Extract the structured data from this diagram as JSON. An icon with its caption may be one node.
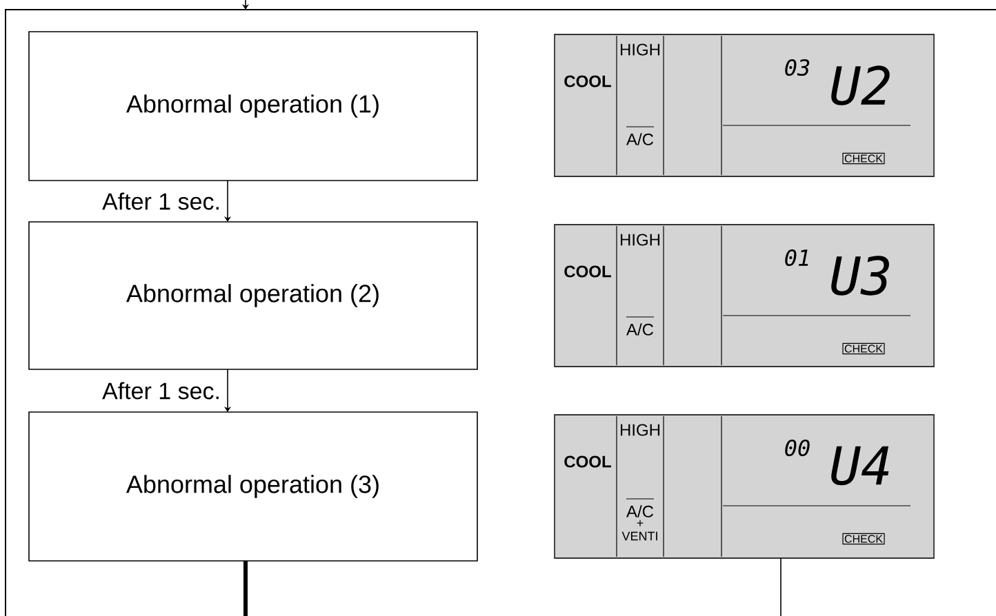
{
  "diagram": {
    "nodes": [
      {
        "text": [],
        "shape": "box"
      },
      {
        "text": [
          "Abnormal operation (1)"
        ],
        "in": 0
      },
      {
        "text": [
          "COOL",
          "HIGH",
          "A/C",
          "03",
          "U2",
          "CHECK"
        ],
        "in": 0
      },
      {
        "text": [
          "Abnormal operation (2)"
        ],
        "in": 0
      },
      {
        "text": [
          "COOL",
          "HIGH",
          "A/C",
          "01",
          "U3",
          "CHECK"
        ],
        "in": 0
      },
      {
        "text": [
          "Abnormal operation (3)"
        ],
        "in": 0
      },
      {
        "text": [
          "COOL",
          "HIGH",
          "A/C",
          "+",
          "VENTI",
          "00",
          "U4",
          "CHECK"
        ],
        "in": 0
      }
    ],
    "edges": [
      {
        "from": null,
        "to": 0,
        "arrow": "to"
      },
      {
        "from": 1,
        "to": 3,
        "arrow": "to",
        "label": "After 1 sec."
      },
      {
        "from": 3,
        "to": 5,
        "arrow": "to",
        "label": "After 1 sec."
      },
      {
        "from": 5,
        "to": null,
        "arrow": "none",
        "style": "thick"
      },
      {
        "from": 6,
        "to": null,
        "arrow": "none"
      }
    ]
  }
}
